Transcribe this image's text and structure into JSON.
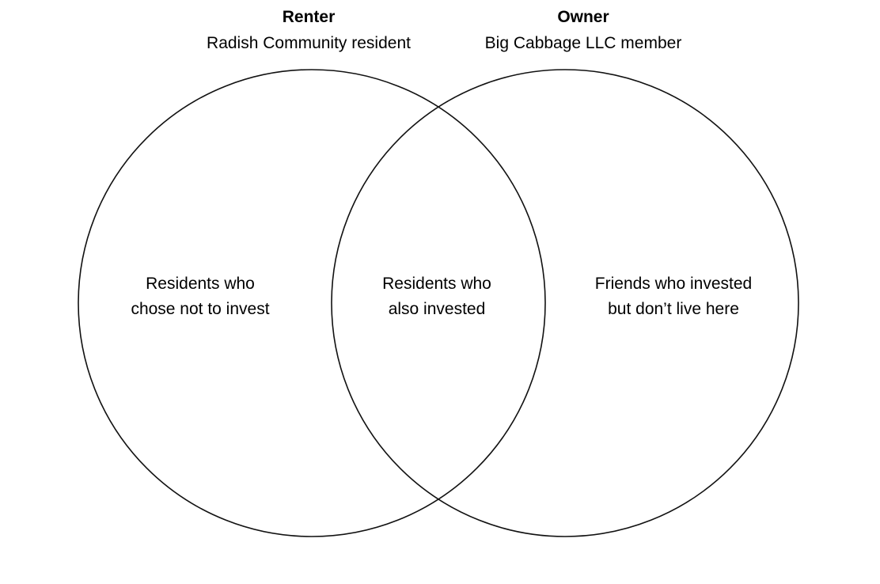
{
  "diagram": {
    "type": "venn",
    "stroke_color": "#111111",
    "background_color": "#ffffff",
    "sets": [
      {
        "title": "Renter",
        "subtitle": "Radish Community resident"
      },
      {
        "title": "Owner",
        "subtitle": "Big Cabbage LLC member"
      }
    ],
    "regions": {
      "left_only": {
        "line1": "Residents who",
        "line2": "chose not to invest"
      },
      "intersection": {
        "line1": "Residents who",
        "line2": "also invested"
      },
      "right_only": {
        "line1": "Friends who invested",
        "line2": "but don’t live here"
      }
    }
  }
}
